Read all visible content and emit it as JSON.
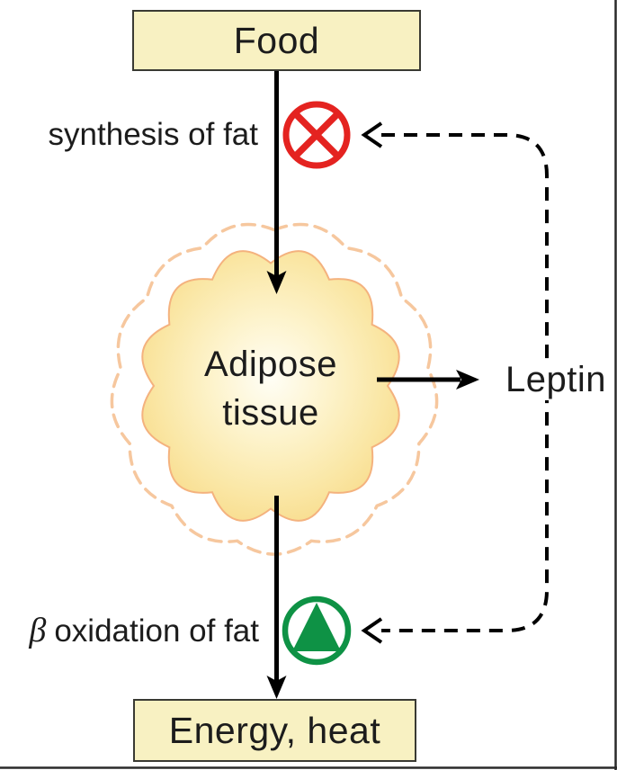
{
  "figure": {
    "title_semantic": "leptin-feedback-diagram",
    "nodes": {
      "food": "Food",
      "adipose_line1": "Adipose",
      "adipose_line2": "tissue",
      "leptin": "Leptin",
      "energy": "Energy, heat"
    },
    "labels": {
      "synthesis": "synthesis of fat",
      "beta_symbol": "β",
      "beta_rest": "oxidation of fat"
    },
    "icons": {
      "inhibit": "crossed-circle-inhibition-icon",
      "activate": "triangle-circle-activation-icon"
    },
    "colors": {
      "red": "#e42320",
      "green": "#0e9245",
      "node-fill": "#f8f1c2",
      "node-border": "#3a3a33",
      "cloud-edge": "#f4b27e",
      "ring": "#f6c79e",
      "line": "#000000",
      "frame": "#2a2a2a",
      "ink": "#1c1c1c"
    }
  }
}
